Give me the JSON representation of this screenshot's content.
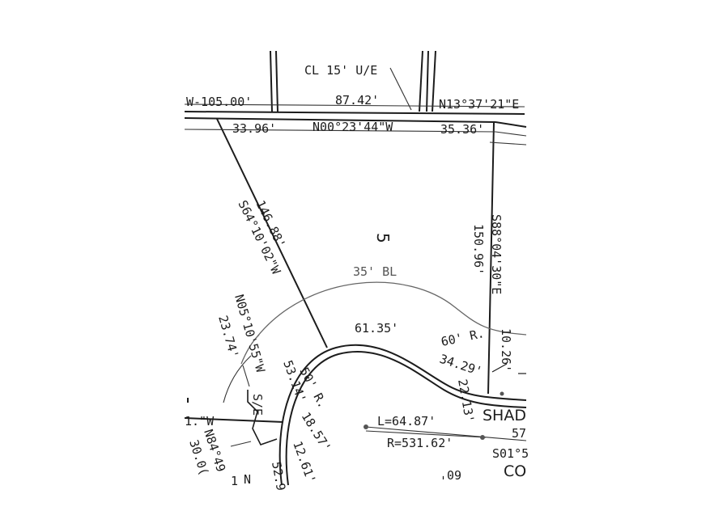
{
  "plat": {
    "lot_number": "5",
    "easement_label": "CL 15' U/E",
    "building_line_label": "35' BL",
    "dims": {
      "w_105": "W-105.00'",
      "d_87_42": "87.42'",
      "n13_bearing": "N13°37'21\"E",
      "d_33_96": "33.96'",
      "n00_bearing": "N00°23'44\"W",
      "d_35_36": "35.36'",
      "side_left_dist": "146.88'",
      "side_left_bearing": "S64°10'02\"W",
      "side_right_bearing": "S88°04'30\"E",
      "side_right_dist": "150.96'",
      "n05_bearing": "N05°10'55\"W",
      "d_23_74": "23.74'",
      "arc_61_35": "61.35'",
      "d_10_26": "10.26'",
      "radius_60": "60' R.",
      "d_34_29": "34.29'",
      "d_53_14": "53.14'",
      "radius_50": "50' R.",
      "d_22_13": "22.13'",
      "d_18_57": "18.57'",
      "d_12_61": "12.61'",
      "d_52_9": "52.9",
      "curve_l": "L=64.87'",
      "curve_r": "R=531.62'",
      "s01_bearing": "S01°5",
      "d_57": "57",
      "street_partial": "SHAD",
      "co_partial": "CO",
      "d_60_partial": "60'",
      "se_label": "S/E",
      "n84_partial": "N84°49",
      "d_30_partial": "30.0(",
      "w_partial": "1.\"W",
      "n_partial": "N",
      "one_partial": "1"
    }
  }
}
